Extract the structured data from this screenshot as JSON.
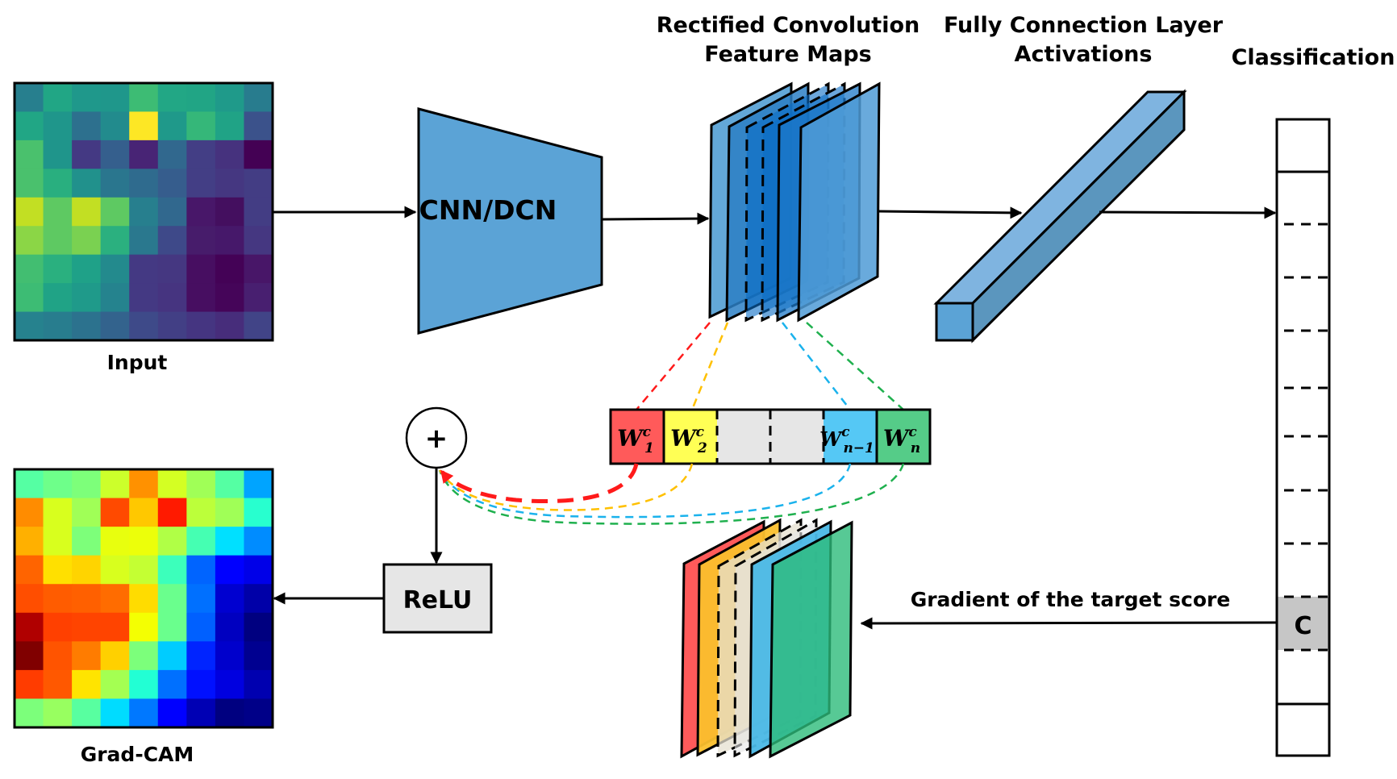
{
  "labels": {
    "input": "Input",
    "grad_cam": "Grad-CAM",
    "cnn": "CNN/DCN",
    "feature_maps_line1": "Rectified Convolution",
    "feature_maps_line2": "Feature Maps",
    "fc_line1": "Fully Connection Layer",
    "fc_line2": "Activations",
    "classification": "Classification",
    "relu": "ReLU",
    "plus": "+",
    "gradient": "Gradient of the target score",
    "target_class": "C"
  },
  "weights": [
    {
      "base": "W",
      "sup": "c",
      "sub": "1",
      "color": "#ff5a5a"
    },
    {
      "base": "W",
      "sup": "c",
      "sub": "2",
      "color": "#ffff55"
    },
    {
      "base": "",
      "sup": "",
      "sub": "",
      "color": "#e6e6e6"
    },
    {
      "base": "",
      "sup": "",
      "sub": "",
      "color": "#e6e6e6"
    },
    {
      "base": "W",
      "sup": "c",
      "sub": "n−1",
      "color": "#55c8f5"
    },
    {
      "base": "W",
      "sup": "c",
      "sub": "n",
      "color": "#55cc88"
    }
  ],
  "colors": {
    "block_blue": "#5ba3d6",
    "fc_top": "#7fb4e0",
    "fc_side": "#5b96be",
    "relu_fill": "#e6e6e6",
    "target_fill": "#c6c6c6",
    "red": "#ff1a1a",
    "yellow": "#ffc000",
    "cyan": "#1ab2ec",
    "green": "#1fb04e"
  },
  "input_grid": [
    [
      "#277f8e",
      "#21a685",
      "#1f988b",
      "#1f978b",
      "#3dbc74",
      "#22a785",
      "#21a585",
      "#1f9a8a",
      "#287c8e"
    ],
    [
      "#21a685",
      "#1f968b",
      "#2d708e",
      "#228b8d",
      "#fde725",
      "#1f998a",
      "#35b779",
      "#20a386",
      "#3b528b"
    ],
    [
      "#4ac16d",
      "#1f958b",
      "#443983",
      "#355f8d",
      "#482475",
      "#31688e",
      "#433e85",
      "#46327e",
      "#440154"
    ],
    [
      "#4ac16d",
      "#29af7f",
      "#21918c",
      "#2a768e",
      "#2f6b8e",
      "#365d8d",
      "#433e85",
      "#453781",
      "#433d84"
    ],
    [
      "#c2df23",
      "#5ec962",
      "#c2df23",
      "#5ec962",
      "#277f8e",
      "#31688e",
      "#481769",
      "#440f5f",
      "#433d84"
    ],
    [
      "#8bd646",
      "#5ec962",
      "#7ad151",
      "#2bb07f",
      "#2a788e",
      "#3e4989",
      "#471c6b",
      "#46186a",
      "#453781"
    ],
    [
      "#42be71",
      "#2ab07f",
      "#1fa188",
      "#238a8d",
      "#443983",
      "#453781",
      "#470e61",
      "#440256",
      "#481668"
    ],
    [
      "#3dbc74",
      "#20a386",
      "#1f9a8a",
      "#25838e",
      "#443983",
      "#463480",
      "#470e61",
      "#450559",
      "#481f70"
    ],
    [
      "#26828e",
      "#287d8e",
      "#2c728e",
      "#33638d",
      "#3e4a89",
      "#423f85",
      "#453581",
      "#472d7b",
      "#414487"
    ]
  ],
  "gradcam_grid": [
    [
      "#55ffa3",
      "#6eff8a",
      "#7dff7a",
      "#ccff2b",
      "#ff9100",
      "#d4ff23",
      "#a0ff57",
      "#55ffa3",
      "#00a4ff"
    ],
    [
      "#ff8c00",
      "#d8ff1e",
      "#a0ff57",
      "#ff4a00",
      "#ffc800",
      "#ff1a00",
      "#bcff3a",
      "#a0ff57",
      "#28ffcf"
    ],
    [
      "#ffb000",
      "#d8ff1e",
      "#7dff7a",
      "#e8ff0e",
      "#ecff0a",
      "#b0ff46",
      "#45ffb2",
      "#00e0ff",
      "#008cff"
    ],
    [
      "#ff6400",
      "#ffe000",
      "#ffd400",
      "#d8ff1e",
      "#c4ff33",
      "#3cffbb",
      "#0064ff",
      "#0000ff",
      "#0000e8"
    ],
    [
      "#ff4e00",
      "#ff5c00",
      "#ff6000",
      "#ff6c00",
      "#ffdc00",
      "#6aff8d",
      "#0070ff",
      "#0000d0",
      "#0000a8"
    ],
    [
      "#b00000",
      "#ff4000",
      "#ff4400",
      "#ff4400",
      "#f4ff02",
      "#6aff8d",
      "#0060ff",
      "#0000c0",
      "#000080"
    ],
    [
      "#800000",
      "#ff5400",
      "#ff7c00",
      "#ffd000",
      "#7cff7b",
      "#00ccff",
      "#0024ff",
      "#0000cc",
      "#000090"
    ],
    [
      "#ff3c00",
      "#ff5800",
      "#ffe400",
      "#a4ff52",
      "#22ffd4",
      "#0070ff",
      "#0010ff",
      "#0000e0",
      "#0000b0"
    ],
    [
      "#7cff7b",
      "#98ff60",
      "#58ffa0",
      "#00dcff",
      "#0078ff",
      "#0000ff",
      "#0000b4",
      "#000080",
      "#000088"
    ]
  ]
}
